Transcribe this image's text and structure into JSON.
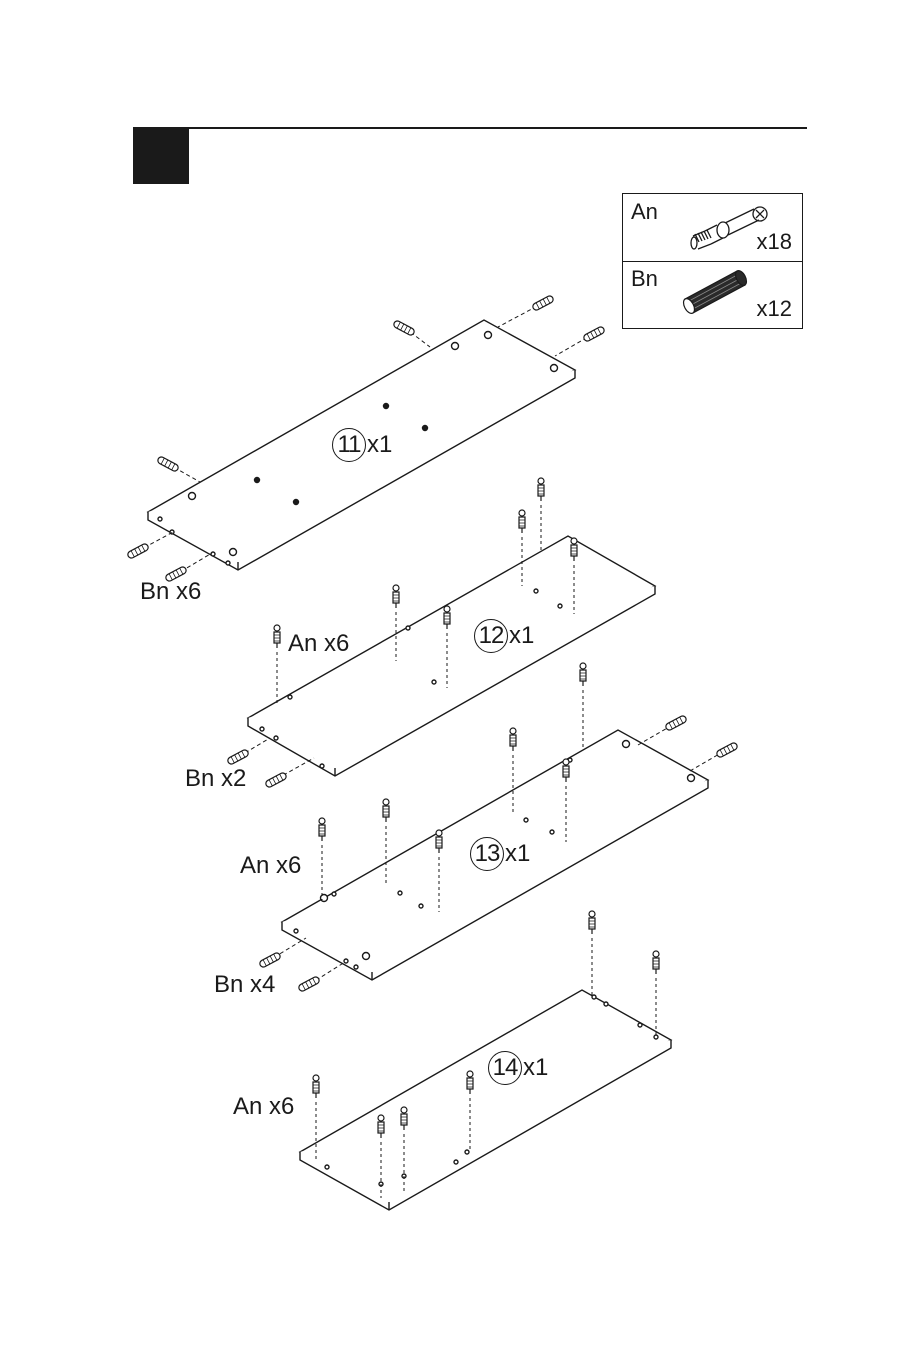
{
  "parts_legend": [
    {
      "code": "An",
      "quantity": "x18",
      "icon": "cam-bolt-icon"
    },
    {
      "code": "Bn",
      "quantity": "x12",
      "icon": "wood-dowel-icon"
    }
  ],
  "panels": [
    {
      "number": "11",
      "count": "x1",
      "hardware": [
        {
          "label": "Bn x6"
        }
      ]
    },
    {
      "number": "12",
      "count": "x1",
      "hardware": [
        {
          "label": "An x6"
        },
        {
          "label": "Bn x2"
        }
      ]
    },
    {
      "number": "13",
      "count": "x1",
      "hardware": [
        {
          "label": "An x6"
        },
        {
          "label": "Bn x4"
        }
      ]
    },
    {
      "number": "14",
      "count": "x1",
      "hardware": [
        {
          "label": "An x6"
        }
      ]
    }
  ]
}
